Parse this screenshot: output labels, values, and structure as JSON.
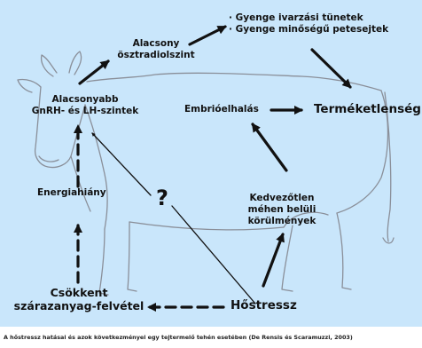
{
  "labels": {
    "symptoms_1": "· Gyenge ivarzási tünetek",
    "symptoms_2": "· Gyenge minőségű petesejtek",
    "low_estradiol_1": "Alacsony",
    "low_estradiol_2": "ösztradiolszint",
    "low_gnrh_1": "Alacsonyabb",
    "low_gnrh_2": "GnRH- és LH-szintek",
    "embryo_death": "Embrióelhalás",
    "infertility": "Terméketlenség",
    "energy_deficit": "Energiahiány",
    "uterine_1": "Kedvezőtlen",
    "uterine_2": "méhen belüli",
    "uterine_3": "körülmények",
    "reduced_intake_1": "Csökkent",
    "reduced_intake_2": "szárazanyag-felvétel",
    "heat_stress": "Hőstressz",
    "question_mark": "?"
  },
  "caption": "A hőstressz hatásai és azok következményei egy tejtermelő tehén esetében (De Rensis és Scaramuzzi, 2003)",
  "colors": {
    "background": "#c9e6fb",
    "arrow": "#111111",
    "cow_outline": "#8a8f99"
  }
}
